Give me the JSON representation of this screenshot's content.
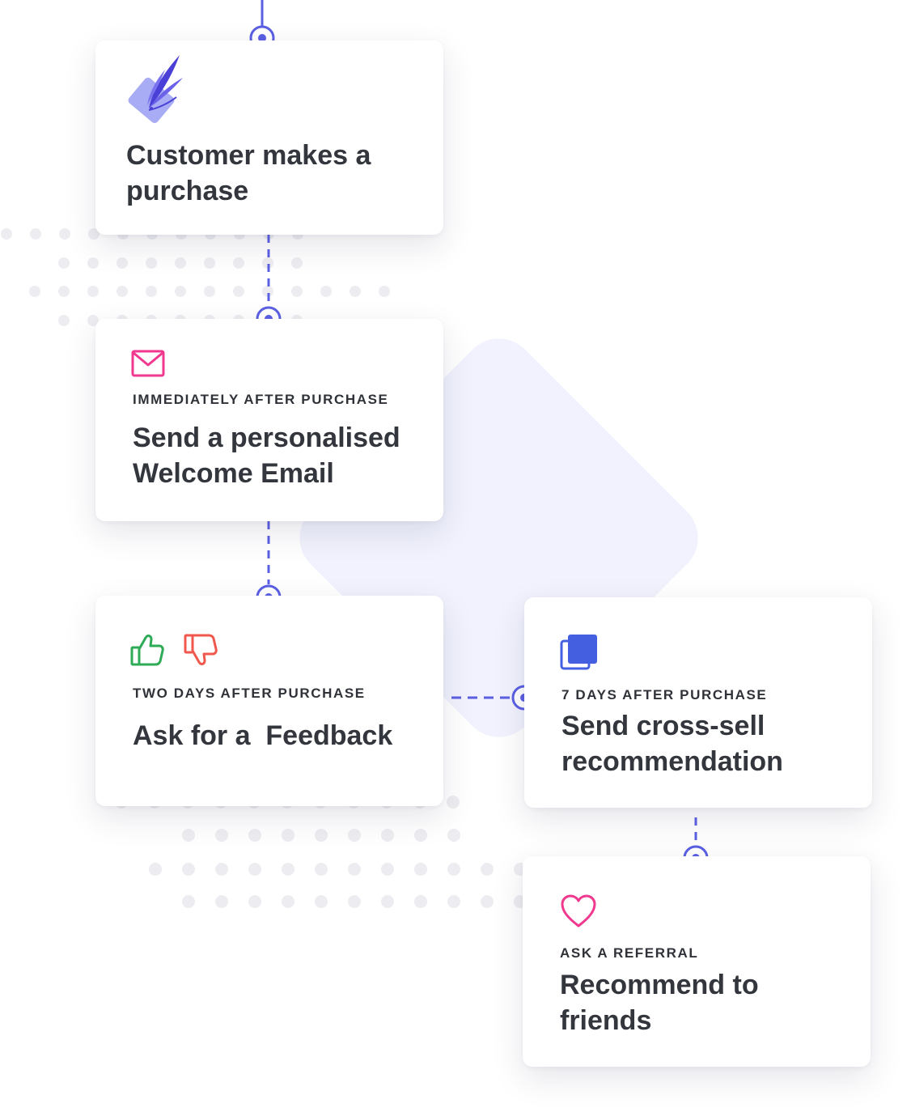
{
  "colors": {
    "accent": "#5b5fe3",
    "pink": "#f0388f",
    "green": "#2fab57",
    "red": "#f0584d",
    "blue": "#4460e0",
    "diamond": "#f1f2fd",
    "dots": "#ededf1"
  },
  "cards": [
    {
      "id": "purchase",
      "icon": "feather-card-icon",
      "eyebrow": "",
      "title": "Customer makes a purchase"
    },
    {
      "id": "welcome",
      "icon": "mail-icon",
      "eyebrow": "IMMEDIATELY AFTER PURCHASE",
      "title": "Send a personalised Welcome Email"
    },
    {
      "id": "feedback",
      "icon": "thumbs-up-down-icon",
      "eyebrow": "TWO DAYS AFTER PURCHASE",
      "title": "Ask for a  Feedback"
    },
    {
      "id": "crosssell",
      "icon": "copy-squares-icon",
      "eyebrow": "7 DAYS AFTER PURCHASE",
      "title": "Send cross-sell recommendation"
    },
    {
      "id": "referral",
      "icon": "heart-icon",
      "eyebrow": "ASK A REFERRAL",
      "title": "Recommend to friends"
    }
  ]
}
